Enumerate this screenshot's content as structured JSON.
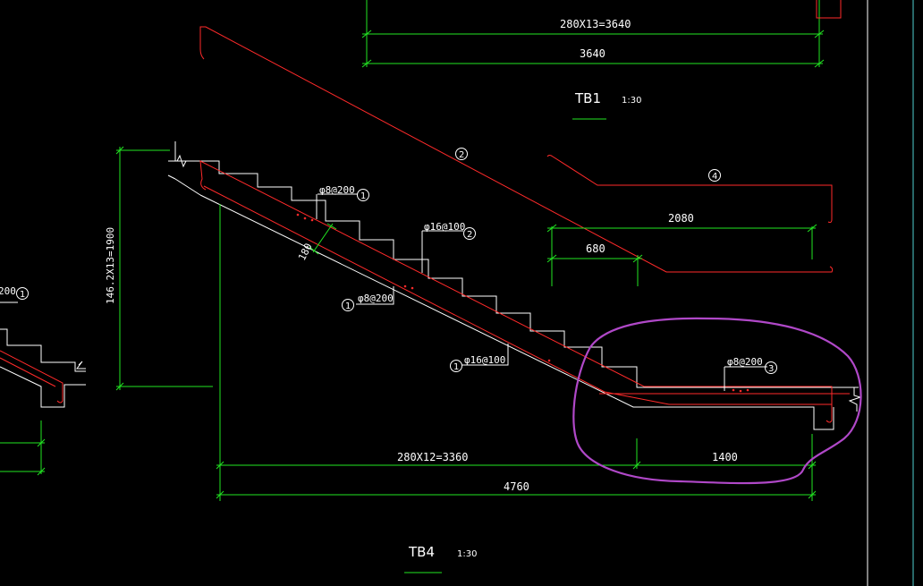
{
  "colors": {
    "background": "#000000",
    "rebar": "#ff2a2a",
    "dimension": "#22e622",
    "outline": "#ffffff",
    "highlight": "#b048c8",
    "frame": "#4fd0d0"
  },
  "top_drawing": {
    "dim_steps": "280X13=3640",
    "dim_total": "3640",
    "title": "TB1",
    "scale": "1:30"
  },
  "main_drawing": {
    "title": "TB4",
    "scale": "1:30",
    "dim_height": "146.2X13=1900",
    "dim_steps": "280X12=3360",
    "dim_landing": "1400",
    "dim_total": "4760",
    "thickness": "180"
  },
  "bar4_detail": {
    "dim_2080": "2080",
    "dim_680": "680"
  },
  "rebar_labels": {
    "top_phi8": "φ8@200",
    "top_phi16": "φ16@100",
    "bottom_phi8": "φ8@200",
    "bottom_phi16": "φ16@100",
    "landing_phi8": "φ8@200",
    "left_partial": "200"
  },
  "markers": {
    "m1": "1",
    "m2": "2",
    "m3": "3",
    "m4": "4",
    "m5": "2",
    "m6": "1",
    "m7": "1",
    "m8": "1"
  }
}
